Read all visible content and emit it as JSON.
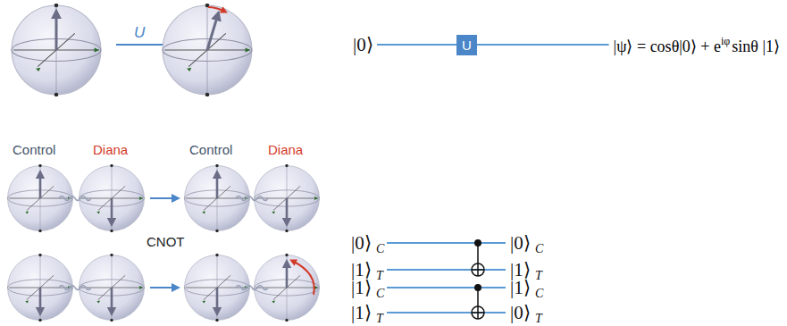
{
  "diagram": {
    "nodes": [
      {
        "text": [
          "U"
        ]
      }
    ],
    "labels": [
      "U",
      "|0⟩",
      "|ψ⟩ = cosθ|0⟩ + e",
      "iφ",
      "sinθ |1⟩",
      "Control",
      "Diana",
      "Control",
      "Diana",
      "CNOT",
      "|0⟩",
      "C",
      "|1⟩",
      "T",
      "|0⟩",
      "C",
      "|1⟩",
      "T",
      "|1⟩",
      "C",
      "|1⟩",
      "T",
      "|1⟩",
      "C",
      "|0⟩",
      "T"
    ]
  }
}
